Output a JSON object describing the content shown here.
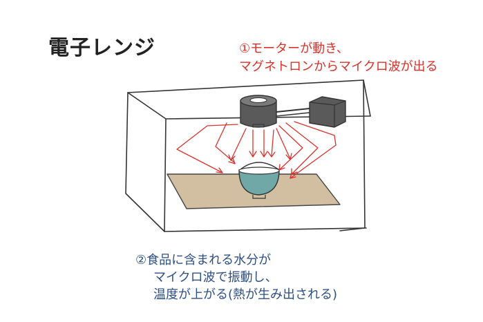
{
  "title": "電子レンジ",
  "annotation_1": {
    "line1": "①モーターが動き、",
    "line2": "マグネトロンからマイクロ波が出る",
    "color": "#d8322b"
  },
  "annotation_2": {
    "line1": "②食品に含まれる水分が",
    "line2": "マイクロ波で振動し、",
    "line3": "温度が上がる(熱が生み出される)",
    "color": "#2d4f86"
  },
  "colors": {
    "outline": "#333333",
    "tray": "#d2bfa2",
    "bowl": "#6fa8a6",
    "magnetron": "#5a5a5a",
    "microwave_arrows": "#d8322b"
  }
}
